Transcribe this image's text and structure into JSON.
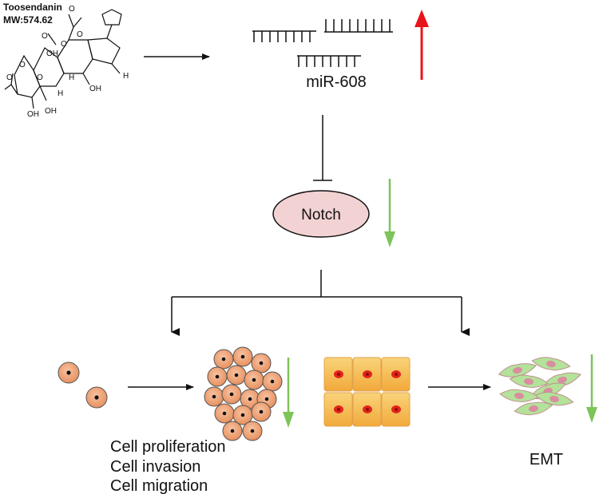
{
  "compound": {
    "name": "Toosendanin",
    "mw": "MW:574.62"
  },
  "mirna": {
    "label": "miR-608"
  },
  "target": {
    "label": "Notch"
  },
  "outcomes": {
    "left": [
      "Cell proliferation",
      "Cell invasion",
      "Cell migration"
    ],
    "right": "EMT"
  },
  "colors": {
    "up_arrow": "#e8141b",
    "down_arrow": "#7dc45a",
    "notch_fill": "#f2d2d2",
    "cell_fill": "#f0a173",
    "epithelial_fill": "#f6c34e",
    "epithelial_nucleus": "#e3241b",
    "mesenchymal_fill": "#b3e29a",
    "mesenchymal_nucleus": "#d98ea0"
  },
  "structure_atoms": [
    "O",
    "O",
    "O",
    "O",
    "OH",
    "O",
    "O",
    "O",
    "OH",
    "H",
    "OH",
    "H",
    "H",
    "OH"
  ]
}
